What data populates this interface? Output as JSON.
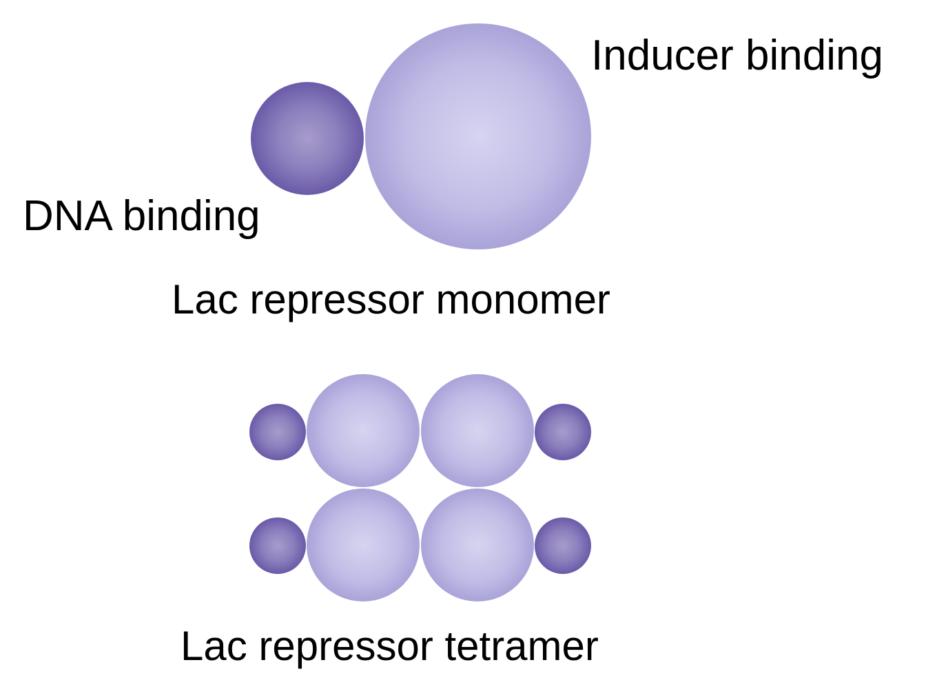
{
  "monomer": {
    "inducer_label": "Inducer binding",
    "dna_label": "DNA binding",
    "caption": "Lac repressor monomer"
  },
  "tetramer": {
    "caption": "Lac repressor tetramer"
  },
  "colors": {
    "background": "#ffffff",
    "dna_domain_center": "#a79ccc",
    "dna_domain_edge": "#6a5aa8",
    "inducer_domain_center": "#d6d4f0",
    "inducer_domain_edge": "#a9a3d8",
    "text": "#000000"
  }
}
